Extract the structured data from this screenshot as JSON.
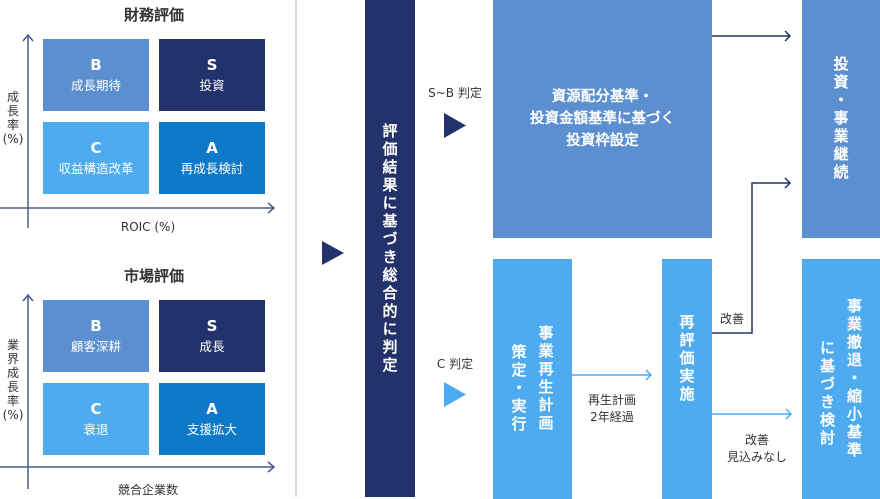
{
  "financial": {
    "title": "財務評価",
    "y_label": "成長率(%)",
    "y_label_chars": [
      "成",
      "長",
      "率",
      "(%)"
    ],
    "x_label": "ROIC (%)",
    "quadrants": [
      {
        "grade": "B",
        "desc": "成長期待",
        "color": "#5b8fd0"
      },
      {
        "grade": "S",
        "desc": "投資",
        "color": "#23326b"
      },
      {
        "grade": "C",
        "desc": "収益構造改革",
        "color": "#4eabf0"
      },
      {
        "grade": "A",
        "desc": "再成長検討",
        "color": "#0e79c9"
      }
    ]
  },
  "market": {
    "title": "市場評価",
    "y_label": "業界成長率(%)",
    "y_label_chars": [
      "業",
      "界",
      "成",
      "長",
      "率",
      "(%)"
    ],
    "x_label": "競合企業数",
    "quadrants": [
      {
        "grade": "B",
        "desc": "顧客深耕",
        "color": "#5b8fd0"
      },
      {
        "grade": "S",
        "desc": "成長",
        "color": "#23326b"
      },
      {
        "grade": "C",
        "desc": "衰退",
        "color": "#4eabf0"
      },
      {
        "grade": "A",
        "desc": "支援拡大",
        "color": "#0e79c9"
      }
    ]
  },
  "flow": {
    "overall_judgement": "評価結果に基づき総合的に判定",
    "sb_label": "S~B 判定",
    "c_label": "C 判定",
    "investment_box": [
      "資源配分基準・",
      "投資金額基準に基づく",
      "投資枠設定"
    ],
    "continue_box": "投資・事業継続",
    "recovery_plan_box": {
      "col1": "事業再生計画",
      "col2": "策定・実行"
    },
    "plan_elapsed_label": [
      "再生計画",
      "2年経過"
    ],
    "reevaluation_box": "再評価実施",
    "improved_label": "改善",
    "no_improvement_label": [
      "改善",
      "見込みなし"
    ],
    "withdrawal_box": {
      "col1": "事業撤退・縮小基準",
      "col2": "に基づき検討"
    }
  },
  "colors": {
    "navy": "#23326b",
    "mid_blue": "#5b8fd0",
    "light_blue": "#4eabf0",
    "strong_blue": "#0e79c9",
    "divider": "#d9d9d9"
  }
}
